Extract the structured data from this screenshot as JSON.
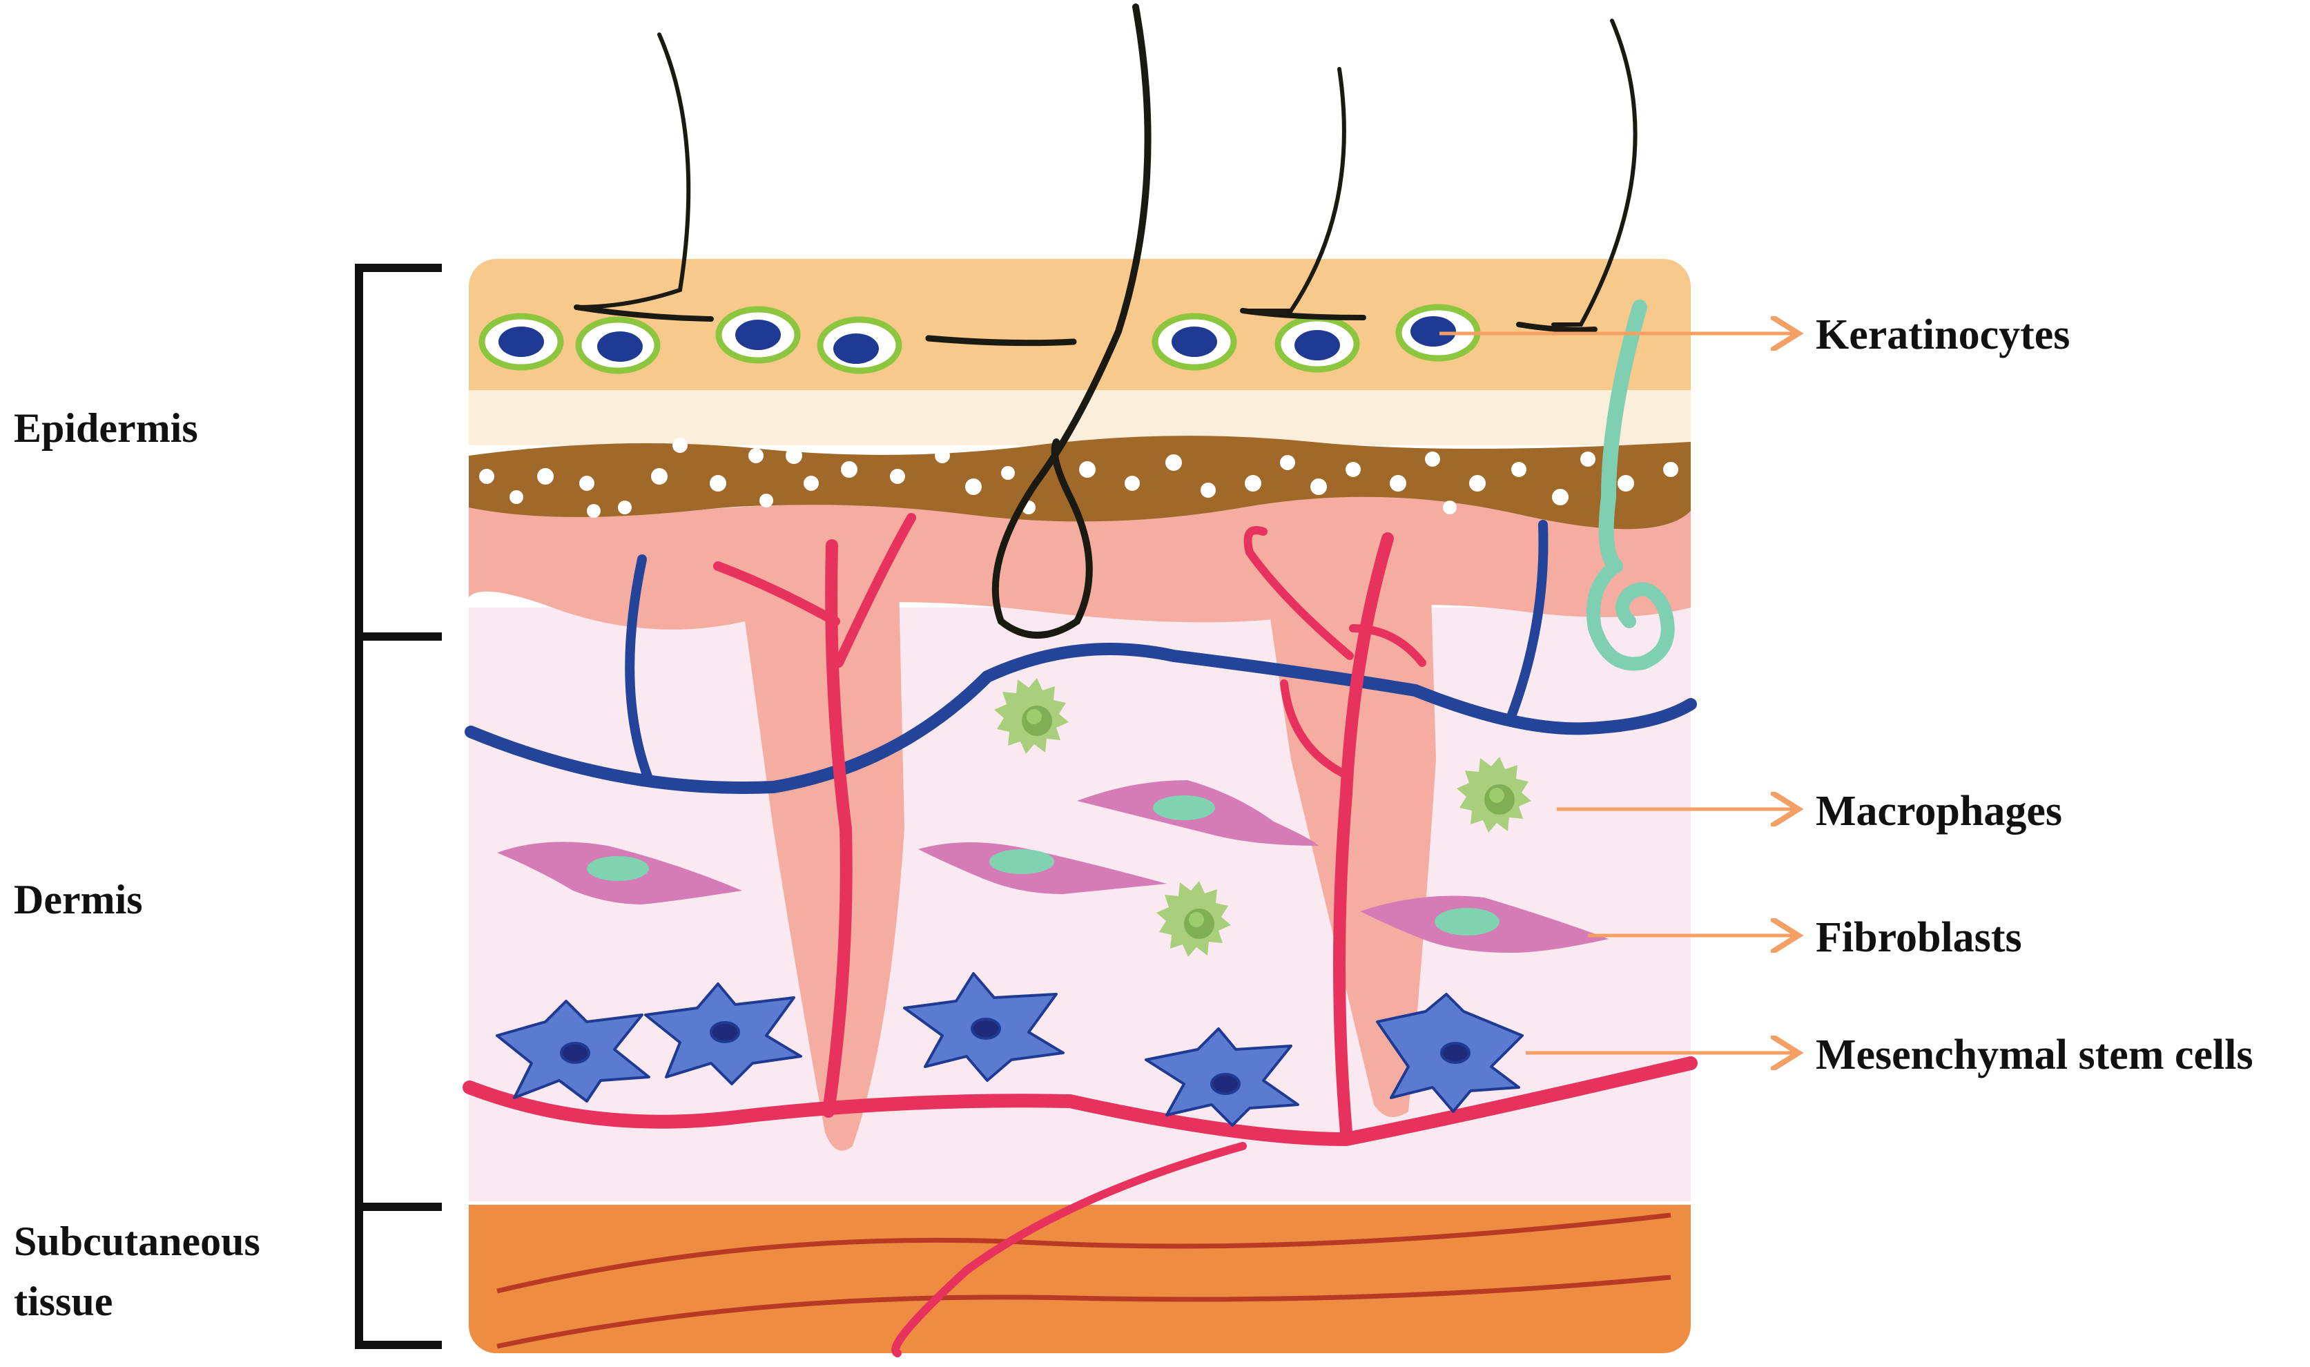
{
  "layers": {
    "epidermis": "Epidermis",
    "dermis": "Dermis",
    "subcutaneous_line1": "Subcutaneous",
    "subcutaneous_line2": "tissue"
  },
  "cells": {
    "keratinocytes": "Keratinocytes",
    "macrophages": "Macrophages",
    "fibroblasts": "Fibroblasts",
    "mesenchymal_stem_cells": "Mesenchymal stem cells"
  },
  "colors": {
    "stratum_corneum": "#f7c98a",
    "stratum_lucidum": "#fbeedb",
    "granular_layer": "#a0692a",
    "papillary_dermis": "#f4ada0",
    "reticular_dermis": "#fbe9f1",
    "subcutaneous": "#ee8c42",
    "artery": "#e8325e",
    "vein": "#24449a",
    "leader_arrow": "#f4a064",
    "keratinocyte_ring": "#8cc63e",
    "keratinocyte_nucleus": "#1f3a93",
    "fibroblast_body": "#d57cb6",
    "fibroblast_nucleus": "#7fd3b0",
    "macrophage": "#a9cf7c",
    "msc_body": "#5a7bd0",
    "sweat_gland": "#7fcfb3",
    "hair": "#1a1a12"
  }
}
